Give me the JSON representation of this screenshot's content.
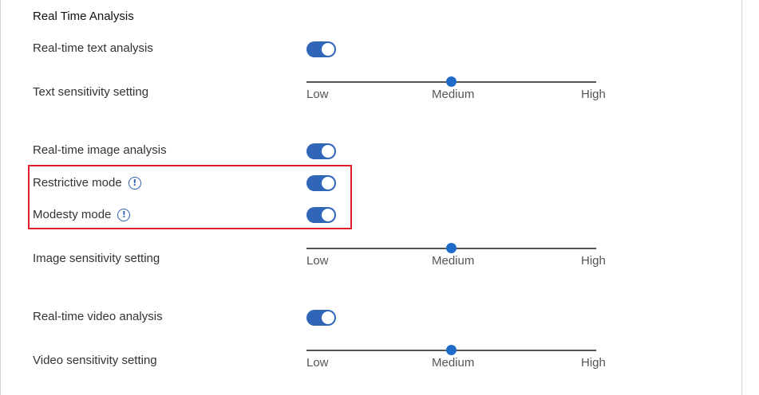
{
  "section": {
    "title": "Real Time Analysis"
  },
  "rows": {
    "text_analysis": {
      "label": "Real-time text analysis",
      "enabled": true
    },
    "text_sensitivity": {
      "label": "Text sensitivity setting",
      "value": "Medium"
    },
    "image_analysis": {
      "label": "Real-time image analysis",
      "enabled": true
    },
    "restrictive_mode": {
      "label": "Restrictive mode",
      "enabled": true,
      "icon": "info-icon"
    },
    "modesty_mode": {
      "label": "Modesty mode",
      "enabled": true,
      "icon": "info-icon"
    },
    "image_sensitivity": {
      "label": "Image sensitivity setting",
      "value": "Medium"
    },
    "video_analysis": {
      "label": "Real-time video analysis",
      "enabled": true
    },
    "video_sensitivity": {
      "label": "Video sensitivity setting",
      "value": "Medium"
    }
  },
  "slider_levels": {
    "low": "Low",
    "medium": "Medium",
    "high": "High"
  },
  "info_glyph": "!",
  "colors": {
    "toggle_on": "#2f66b8",
    "slider_thumb": "#1f6bc7",
    "highlight": "#e01e2b",
    "info_icon": "#2f5fb3"
  }
}
